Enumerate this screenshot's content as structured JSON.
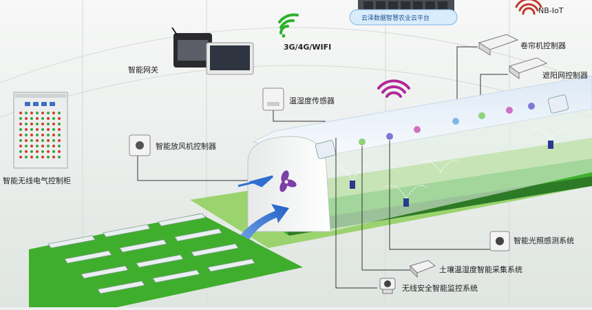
{
  "cloud": {
    "label": "云泽数据智慧农业云平台"
  },
  "network": {
    "cellular": "3G/4G/WIFI",
    "nbiot": "NB-IoT"
  },
  "devices": {
    "gateway": "智能网关",
    "control_cabinet": "智能无线电气控制柜",
    "fan_controller": "智能放风机控制器",
    "temp_humidity_sensor": "温湿度传感器",
    "curtain_controller": "卷帘机控制器",
    "shade_controller": "遮阳网控制器",
    "light_sensor": "智能光照感测系统",
    "soil_sensor": "土壤温湿度智能采集系统",
    "camera": "无线安全智能监控系统"
  },
  "colors": {
    "wifi_green": "#2db02d",
    "signal_purple": "#b0289a",
    "nbiot_red": "#c0392b",
    "grass_green": "#3fae2c",
    "dark_green": "#2d7a26",
    "arrow_blue": "#2f6fd1"
  }
}
